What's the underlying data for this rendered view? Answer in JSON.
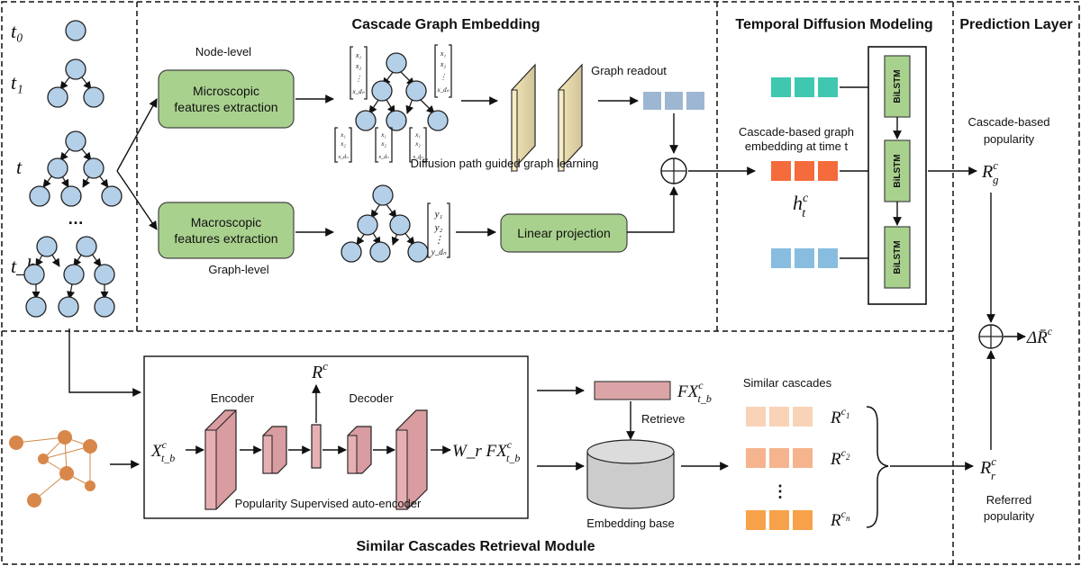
{
  "sections": {
    "cascade_graph_embedding": "Cascade Graph Embedding",
    "temporal_diffusion_modeling": "Temporal Diffusion Modeling",
    "prediction_layer": "Prediction Layer",
    "similar_cascades_retrieval": "Similar Cascades Retrieval Module"
  },
  "time_labels": [
    "t₀",
    "t₁",
    "t",
    "…",
    "t_b"
  ],
  "embedding": {
    "node_level": "Node-level",
    "graph_level": "Graph-level",
    "micro_box": [
      "Microscopic",
      "features extraction"
    ],
    "macro_box": [
      "Macroscopic",
      "features extraction"
    ],
    "graph_readout": "Graph readout",
    "path_learning": "Diffusion path guided graph learning",
    "linear_projection": "Linear projection",
    "x_vec": [
      "x₁",
      "x₂",
      "⋮",
      "x_dₙ"
    ],
    "y_vec": [
      "y₁",
      "y₂",
      "⋮",
      "y_dₙ"
    ]
  },
  "temporal": {
    "cascade_graph_label": [
      "Cascade-based graph",
      "embedding at time t"
    ],
    "h_label": "h",
    "h_sup": "c",
    "h_sub": "t",
    "bilstm": "BiLSTM",
    "colors": {
      "teal": "#3fc7b0",
      "orange": "#f46b3c",
      "blue": "#88bde0"
    }
  },
  "prediction": {
    "cascade_popularity": [
      "Cascade-based",
      "popularity"
    ],
    "rg": {
      "base": "R",
      "sub": "g",
      "sup": "c"
    },
    "rr": {
      "base": "R",
      "sub": "r",
      "sup": "c"
    },
    "delta": "ΔR̄",
    "delta_sup": "c",
    "referred": [
      "Referred",
      "popularity"
    ]
  },
  "retrieval": {
    "encoder": "Encoder",
    "decoder": "Decoder",
    "autoencoder": "Popularity Supervised auto-encoder",
    "rc_base": "R",
    "rc_sup": "c",
    "x_input": {
      "base": "X",
      "sup": "c",
      "sub": "t_b"
    },
    "output": {
      "base": "W_r FX",
      "sup": "c",
      "sub": "t_b"
    },
    "fx": {
      "base": "FX",
      "sup": "c",
      "sub": "t_b"
    },
    "retrieve": "Retrieve",
    "embedding_base": "Embedding base",
    "similar_cascades": "Similar cascades",
    "r_items": [
      {
        "base": "R",
        "sup": "c",
        "subsup": "1",
        "color": "#f9d3b8"
      },
      {
        "base": "R",
        "sup": "c",
        "subsup": "2",
        "color": "#f5b48e"
      },
      {
        "base": "R",
        "sup": "c",
        "subsup": "n",
        "color": "#f7a24a"
      }
    ],
    "dots": "⋮"
  }
}
